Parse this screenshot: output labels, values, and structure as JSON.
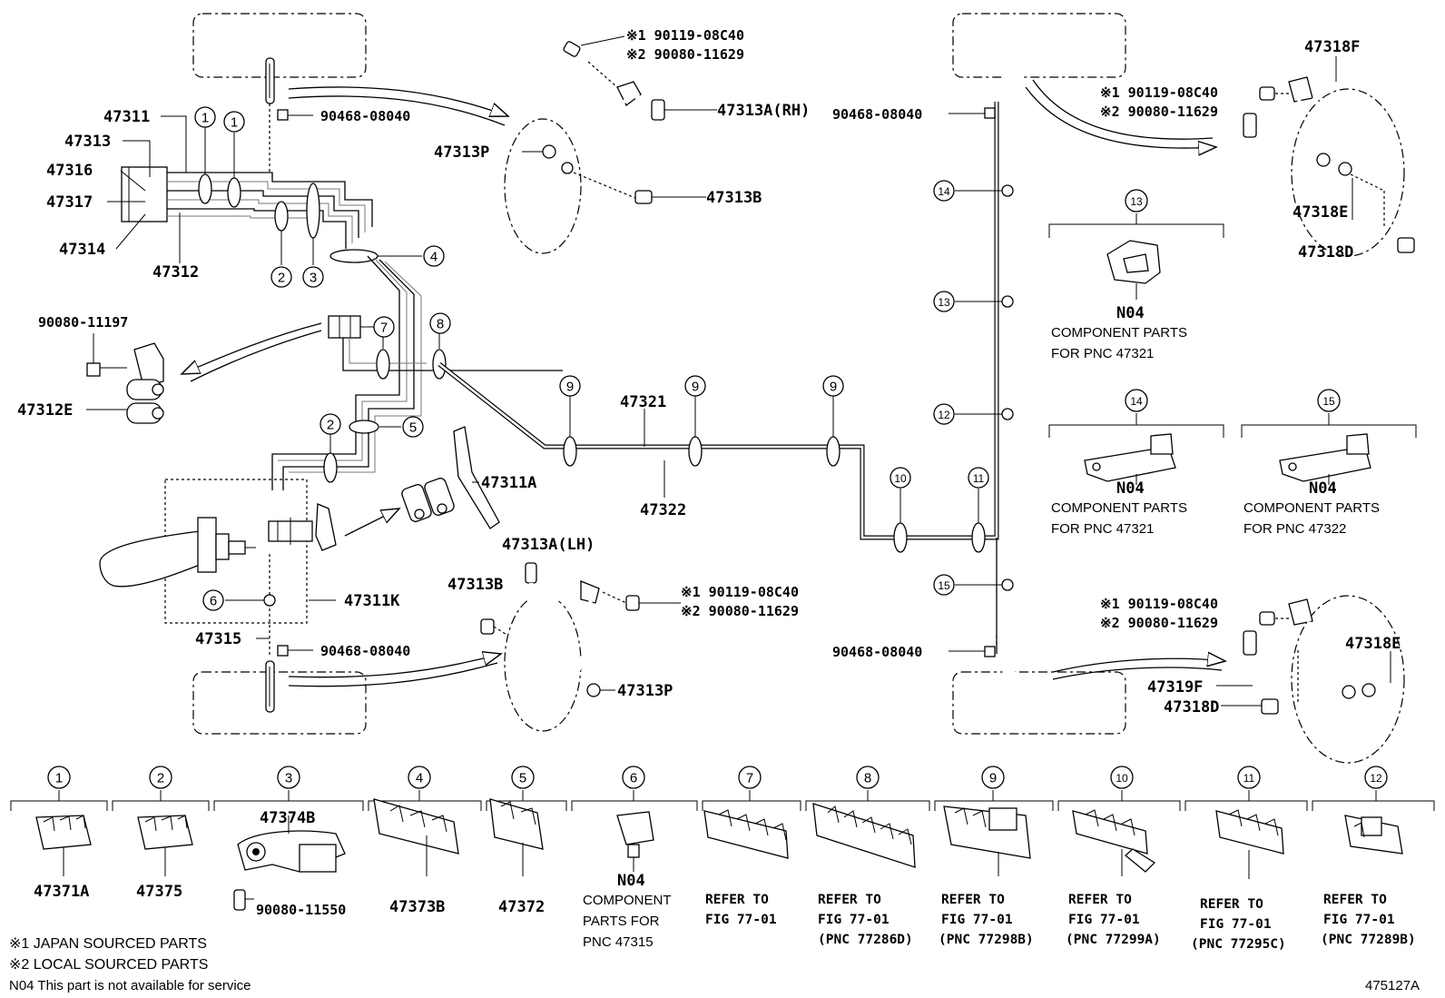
{
  "notes": {
    "japan": "※1 JAPAN SOURCED PARTS",
    "local": "※2 LOCAL SOURCED PARTS",
    "n04": "N04 This part is not available for service"
  },
  "figure_id": "475127A",
  "labels": {
    "p47311": "47311",
    "p47313": "47313",
    "p47316": "47316",
    "p47317": "47317",
    "p47314": "47314",
    "p47312": "47312",
    "p90080_11197": "90080-11197",
    "p47312E": "47312E",
    "p90468_tl": "90468-08040",
    "p90468_bl": "90468-08040",
    "p90468_tr": "90468-08040",
    "p90468_br": "90468-08040",
    "p47311A": "47311A",
    "p47311K": "47311K",
    "p47315": "47315",
    "p47321": "47321",
    "p47322": "47322",
    "p47313A_RH": "47313A(RH)",
    "p47313P_top": "47313P",
    "p47313B_top": "47313B",
    "p47313A_LH": "47313A(LH)",
    "p47313B_bot": "47313B",
    "p47313P_bot": "47313P",
    "p47318F": "47318F",
    "p47318E_top": "47318E",
    "p47318D_top": "47318D",
    "p47319F": "47319F",
    "p47318E_bot": "47318E",
    "p47318D_bot": "47318D",
    "rh_a1": "※1 90119-08C40",
    "rh_a2": "※2 90080-11629",
    "lh_a1": "※1 90119-08C40",
    "lh_a2": "※2 90080-11629",
    "rr_a1": "※1 90119-08C40",
    "rr_a2": "※2 90080-11629",
    "lr_a1": "※1 90119-08C40",
    "lr_a2": "※2 90080-11629"
  },
  "callouts": {
    "c1a": "1",
    "c1b": "1",
    "c2a": "2",
    "c3a": "3",
    "c4a": "4",
    "c7a": "7",
    "c8a": "8",
    "c2b": "2",
    "c5a": "5",
    "c6a": "6",
    "c9a": "9",
    "c9b": "9",
    "c9c": "9",
    "c10a": "10",
    "c11a": "11",
    "c14a": "14",
    "c13a": "13",
    "c12a": "12",
    "c15a": "15"
  },
  "right_panels": [
    {
      "callout": "13",
      "code": "N04",
      "line1": "COMPONENT PARTS",
      "line2": "FOR PNC 47321"
    },
    {
      "callout": "14",
      "code": "N04",
      "line1": "COMPONENT PARTS",
      "line2": "FOR PNC 47321"
    },
    {
      "callout": "15",
      "code": "N04",
      "line1": "COMPONENT PARTS",
      "line2": "FOR PNC 47322"
    }
  ],
  "bottom_panels": [
    {
      "callout": "1",
      "part": "47371A"
    },
    {
      "callout": "2",
      "part": "47375"
    },
    {
      "callout": "3",
      "part": "47374B",
      "bolt": "90080-11550"
    },
    {
      "callout": "4",
      "part": "47373B"
    },
    {
      "callout": "5",
      "part": "47372"
    },
    {
      "callout": "6",
      "code": "N04",
      "line1": "COMPONENT",
      "line2": "PARTS FOR",
      "line3": "PNC 47315"
    },
    {
      "callout": "7",
      "line1": "REFER TO",
      "line2": "FIG 77-01",
      "line3": ""
    },
    {
      "callout": "8",
      "line1": "REFER TO",
      "line2": "FIG 77-01",
      "line3": "(PNC 77286D)"
    },
    {
      "callout": "9",
      "line1": "REFER TO",
      "line2": "FIG 77-01",
      "line3": "(PNC 77298B)"
    },
    {
      "callout": "10",
      "line1": "REFER TO",
      "line2": "FIG 77-01",
      "line3": "(PNC 77299A)"
    },
    {
      "callout": "11",
      "line1": "REFER TO",
      "line2": "FIG 77-01",
      "line3": "(PNC 77295C)"
    },
    {
      "callout": "12",
      "line1": "REFER TO",
      "line2": "FIG 77-01",
      "line3": "(PNC 77289B)"
    }
  ]
}
